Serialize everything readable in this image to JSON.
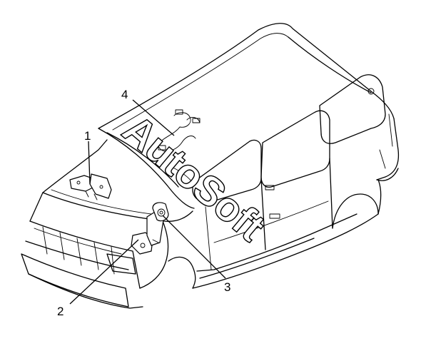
{
  "callouts": [
    {
      "id": "1",
      "label": "1"
    },
    {
      "id": "2",
      "label": "2"
    },
    {
      "id": "3",
      "label": "3"
    },
    {
      "id": "4",
      "label": "4"
    }
  ],
  "watermark": {
    "text": "AutoSoft"
  },
  "icons": {
    "vehicle": "minivan-line-drawing-icon",
    "part_1": "bracket-part-icon",
    "part_2": "mount-bracket-part-icon",
    "part_3": "clamp-part-icon",
    "part_4": "wire-harness-part-icon"
  }
}
